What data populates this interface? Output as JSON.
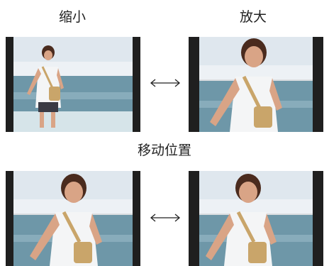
{
  "labels": {
    "zoom_out": "缩小",
    "zoom_in": "放大",
    "move_position": "移动位置"
  },
  "icons": {
    "double_arrow": "left-right-arrow-icon"
  },
  "colors": {
    "frame_border": "#1f1f1f",
    "sky": "#dfe7ee",
    "sea": "#6e97a8",
    "foam": "#e9f1f4",
    "skin": "#d9a486",
    "hair": "#4a2b1e",
    "dress": "#f4f5f6",
    "bag": "#c9a56a"
  }
}
